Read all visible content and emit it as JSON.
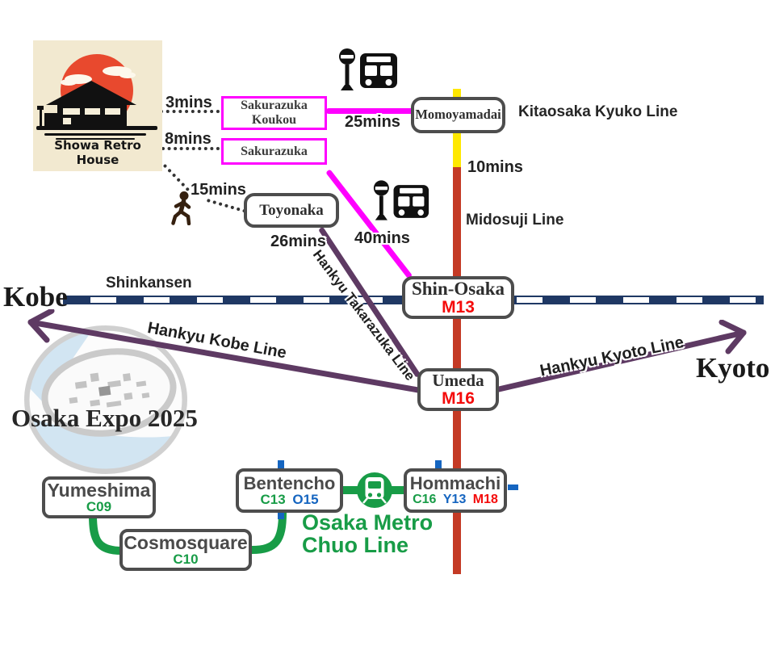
{
  "colors": {
    "magenta": "#ff00ff",
    "yellow": "#ffe800",
    "mido_red": "#c43a25",
    "code_red": "#f40b0b",
    "navy": "#1f3864",
    "purple": "#5e3a63",
    "green": "#189c47",
    "code_blue": "#1565c0",
    "box_gray": "#4d4d4d",
    "logo_bg": "#f2e9d0",
    "sun": "#e8492e",
    "ink": "#111111",
    "walk_brown": "#35200f",
    "dot": "#333333"
  },
  "logo": {
    "caption": "Showa Retro House"
  },
  "labels": {
    "walk3": "3mins",
    "walk8": "8mins",
    "walk15": "15mins",
    "bus25": "25mins",
    "bus26": "26mins",
    "bus40": "40mins",
    "metro10": "10mins"
  },
  "lines": {
    "kitaosaka": "Kitaosaka Kyuko Line",
    "midosuji": "Midosuji Line",
    "shinkansen": "Shinkansen",
    "hankyu_kobe": "Hankyu Kobe Line",
    "hankyu_takarazuka": "Hankyu Takarazuka Line",
    "hankyu_kyoto": "Hankyu Kyoto Line",
    "chuo_l1": "Osaka Metro",
    "chuo_l2": "Chuo Line"
  },
  "cities": {
    "west": "Kobe",
    "east": "Kyoto"
  },
  "expo": {
    "title": "Osaka Expo 2025"
  },
  "stations": {
    "sakurazuka_koukou": {
      "l1": "Sakurazuka",
      "l2": "Koukou"
    },
    "sakurazuka": {
      "name": "Sakurazuka"
    },
    "toyonaka": {
      "name": "Toyonaka"
    },
    "momoyamadai": {
      "name": "Momoyamadai"
    },
    "shin_osaka": {
      "name": "Shin-Osaka",
      "code": "M13"
    },
    "umeda": {
      "name": "Umeda",
      "code": "M16"
    },
    "yumeshima": {
      "name": "Yumeshima",
      "c1": "C09"
    },
    "cosmosquare": {
      "name": "Cosmosquare",
      "c1": "C10"
    },
    "bentencho": {
      "name": "Bentencho",
      "c1": "C13",
      "c2": "O15"
    },
    "hommachi": {
      "name": "Hommachi",
      "c1": "C16",
      "c2": "Y13",
      "c3": "M18"
    }
  }
}
